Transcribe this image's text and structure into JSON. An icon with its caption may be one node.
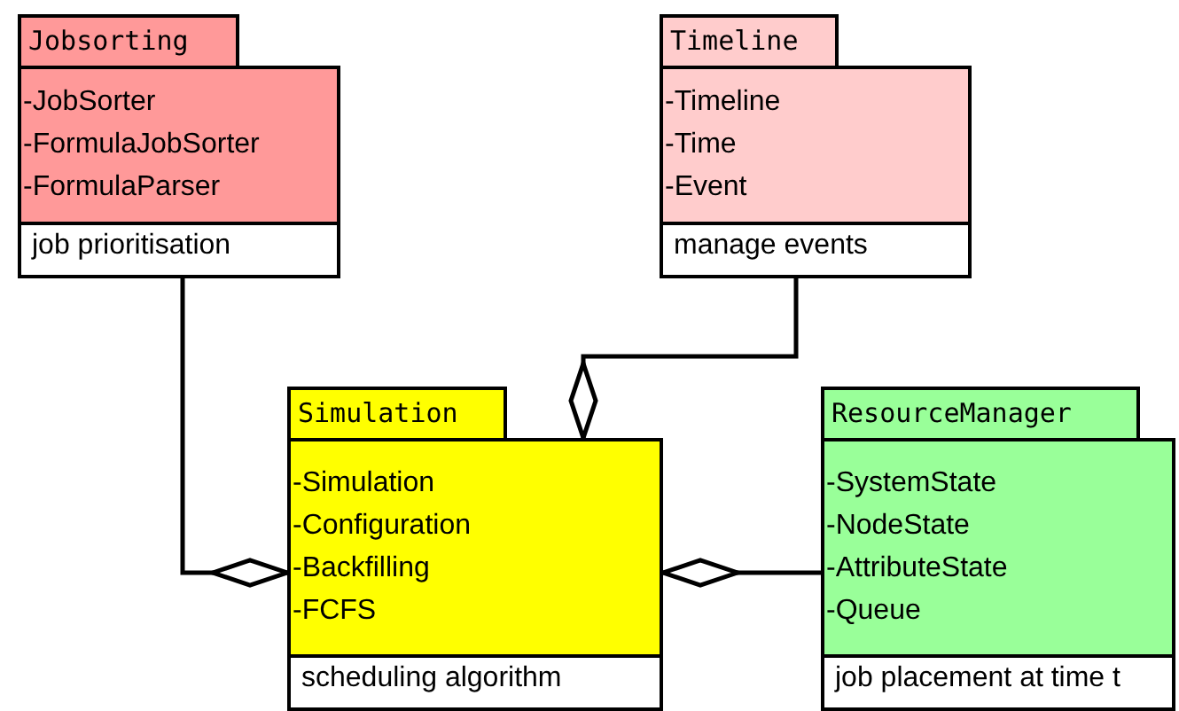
{
  "diagram": {
    "nodes": [
      {
        "text": [
          "Jobsorting",
          "-JobSorter",
          "-FormulaJobSorter",
          "-FormulaParser",
          "job prioritisation"
        ]
      },
      {
        "text": [
          "Timeline",
          "-Timeline",
          "-Time",
          "-Event",
          "manage events"
        ]
      },
      {
        "text": [
          "Simulation",
          "-Simulation",
          "-Configuration",
          "-Backfilling",
          "-FCFS",
          "scheduling algorithm"
        ]
      },
      {
        "text": [
          "ResourceManager",
          "-SystemState",
          "-NodeState",
          "-AttributeState",
          "-Queue",
          "job placement at time t"
        ]
      }
    ],
    "edges": [
      {
        "from": 0,
        "to": 2,
        "arrow": "other"
      },
      {
        "from": 1,
        "to": 2,
        "arrow": "other"
      },
      {
        "from": 3,
        "to": 2,
        "arrow": "other"
      }
    ]
  }
}
